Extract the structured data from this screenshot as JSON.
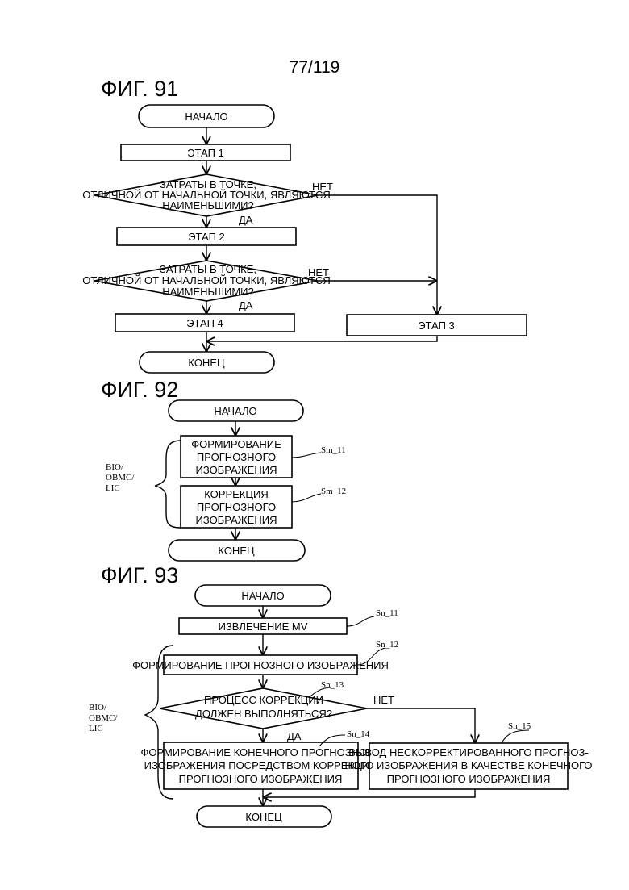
{
  "page_number": "77/119",
  "fig91": {
    "title": "ФИГ. 91",
    "start": "НАЧАЛО",
    "step1": "ЭТАП 1",
    "decision1": [
      "ЗАТРАТЫ В ТОЧКЕ,",
      "ОТЛИЧНОЙ ОТ НАЧАЛЬНОЙ ТОЧКИ, ЯВЛЯЮТСЯ",
      "НАИМЕНЬШИМИ?"
    ],
    "no1": "НЕТ",
    "yes1": "ДА",
    "step2": "ЭТАП 2",
    "decision2": [
      "ЗАТРАТЫ В ТОЧКЕ,",
      "ОТЛИЧНОЙ ОТ НАЧАЛЬНОЙ ТОЧКИ, ЯВЛЯЮТСЯ",
      "НАИМЕНЬШИМИ?"
    ],
    "no2": "НЕТ",
    "yes2": "ДА",
    "step4": "ЭТАП 4",
    "step3": "ЭТАП 3",
    "end": "КОНЕЦ"
  },
  "fig92": {
    "title": "ФИГ. 92",
    "start": "НАЧАЛО",
    "box1": [
      "ФОРМИРОВАНИЕ",
      "ПРОГНОЗНОГО",
      "ИЗОБРАЖЕНИЯ"
    ],
    "box1_ref": "Sm_11",
    "box2": [
      "КОРРЕКЦИЯ",
      "ПРОГНОЗНОГО",
      "ИЗОБРАЖЕНИЯ"
    ],
    "box2_ref": "Sm_12",
    "brace_label": [
      "BIO/",
      "OBMC/",
      "LIC"
    ],
    "end": "КОНЕЦ"
  },
  "fig93": {
    "title": "ФИГ. 93",
    "start": "НАЧАЛО",
    "step1": "ИЗВЛЕЧЕНИЕ MV",
    "step1_ref": "Sn_11",
    "step2": "ФОРМИРОВАНИЕ ПРОГНОЗНОГО ИЗОБРАЖЕНИЯ",
    "step2_ref": "Sn_12",
    "decision": [
      "ПРОЦЕСС КОРРЕКЦИИ",
      "ДОЛЖЕН ВЫПОЛНЯТЬСЯ?"
    ],
    "decision_ref": "Sn_13",
    "no": "НЕТ",
    "yes": "ДА",
    "left_box": [
      "ФОРМИРОВАНИЕ КОНЕЧНОГО ПРОГНОЗНОГО",
      "ИЗОБРАЖЕНИЯ ПОСРЕДСТВОМ КОРРЕКЦИИ",
      "ПРОГНОЗНОГО ИЗОБРАЖЕНИЯ"
    ],
    "left_ref": "Sn_14",
    "right_box": [
      "ВЫВОД НЕСКОРРЕКТИРОВАННОГО ПРОГНОЗ-",
      "НОГО ИЗОБРАЖЕНИЯ В КАЧЕСТВЕ КОНЕЧНОГО",
      "ПРОГНОЗНОГО ИЗОБРАЖЕНИЯ"
    ],
    "right_ref": "Sn_15",
    "brace_label": [
      "BIO/",
      "OBMC/",
      "LIC"
    ],
    "end": "КОНЕЦ"
  }
}
